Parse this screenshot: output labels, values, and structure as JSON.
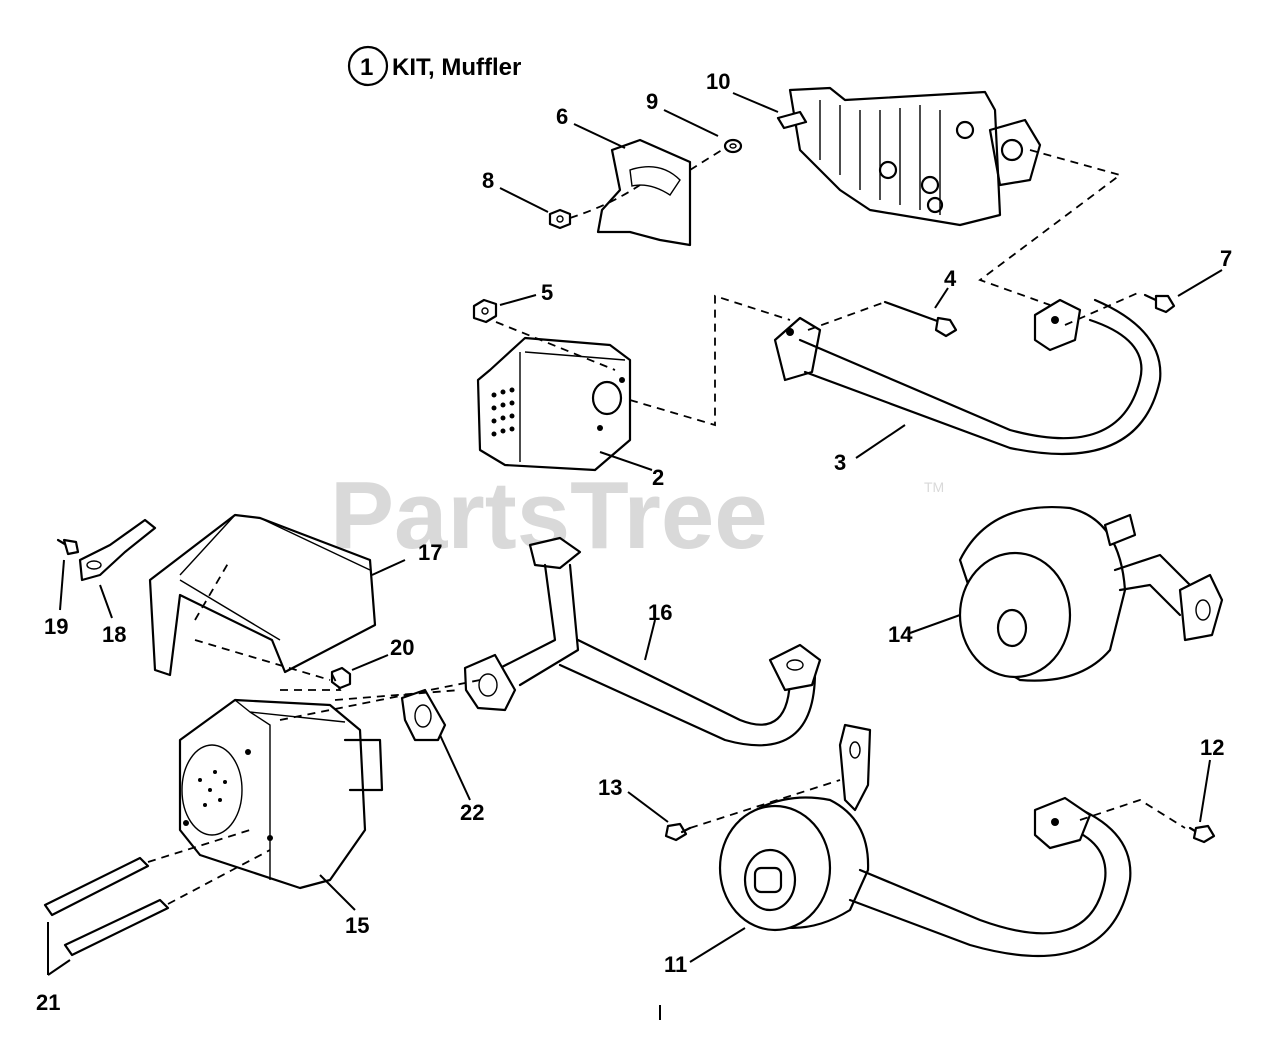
{
  "title": {
    "number": "1",
    "text": "KIT, Muffler"
  },
  "watermark": {
    "brand": "PartsTree",
    "trademark": "TM"
  },
  "callouts": {
    "c2": "2",
    "c3": "3",
    "c4": "4",
    "c5": "5",
    "c6": "6",
    "c7": "7",
    "c8": "8",
    "c9": "9",
    "c10": "10",
    "c11": "11",
    "c12": "12",
    "c13": "13",
    "c14": "14",
    "c15": "15",
    "c16": "16",
    "c17": "17",
    "c18": "18",
    "c19": "19",
    "c20": "20",
    "c21": "21",
    "c22": "22"
  }
}
